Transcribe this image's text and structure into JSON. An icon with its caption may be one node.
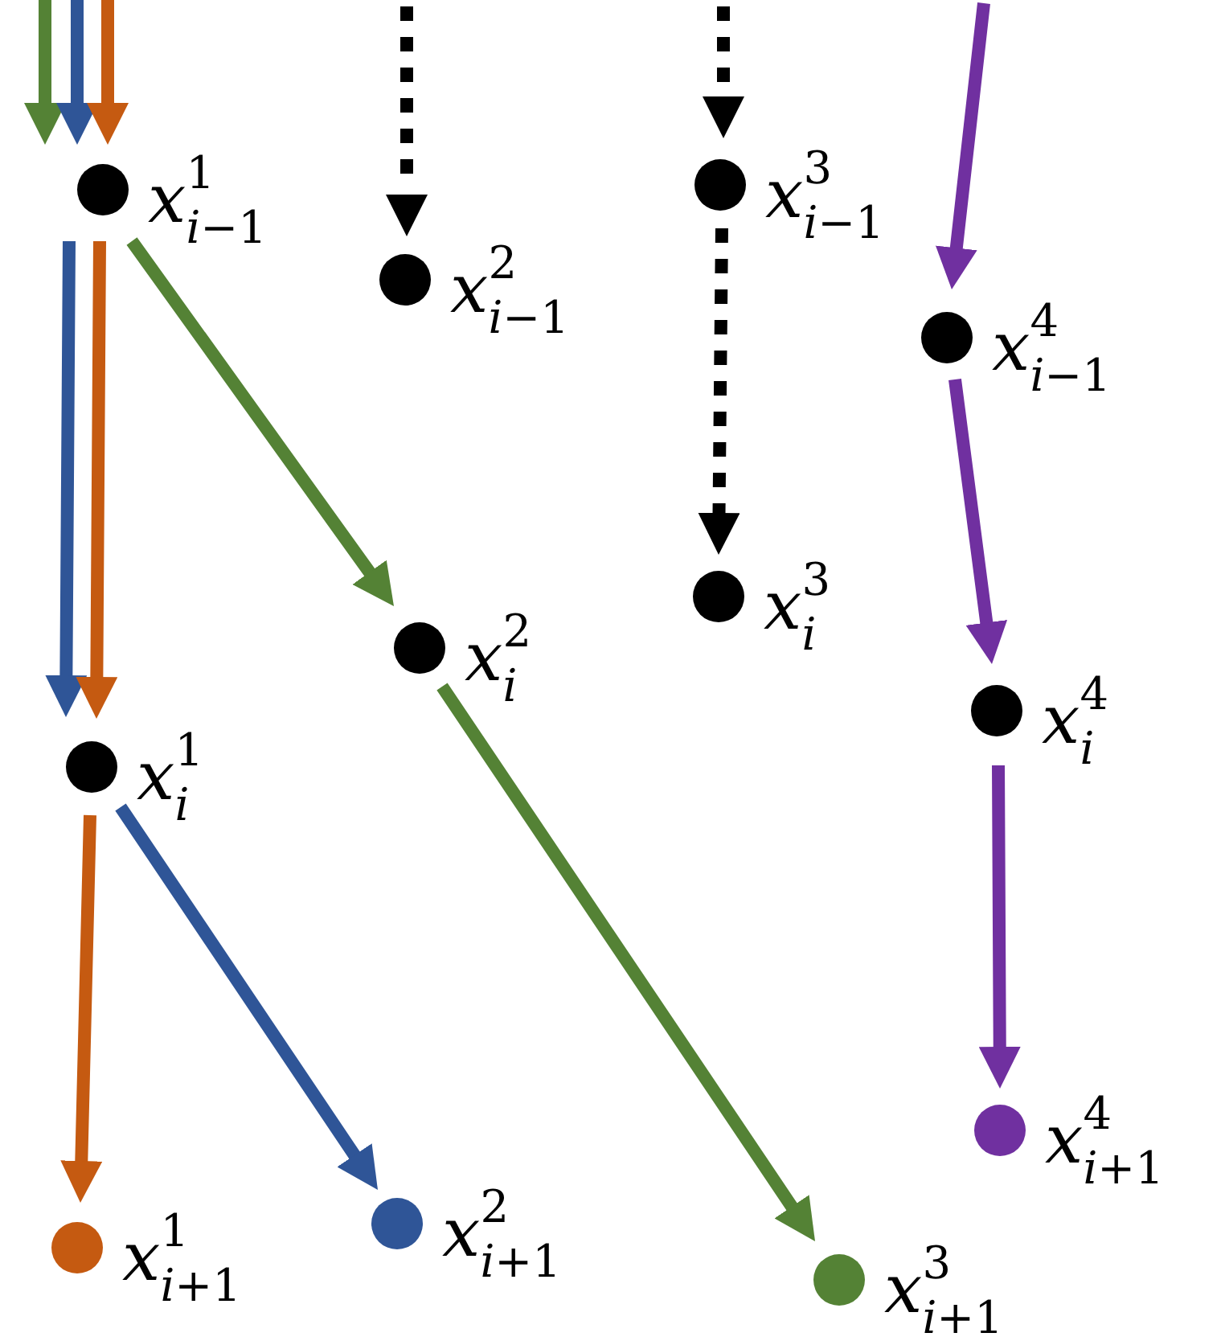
{
  "diagram": {
    "nodes": [
      {
        "text": [],
        "shape": "circle",
        "beside": [
          "x$^{1}$$_{i−1}$"
        ]
      },
      {
        "text": [],
        "shape": "circle",
        "beside": [
          "x$^{2}$$_{i−1}$"
        ]
      },
      {
        "text": [],
        "shape": "circle",
        "beside": [
          "x$^{3}$$_{i−1}$"
        ]
      },
      {
        "text": [],
        "shape": "circle",
        "beside": [
          "x$^{4}$$_{i−1}$"
        ]
      },
      {
        "text": [],
        "shape": "circle",
        "beside": [
          "x$^{1}$$_{i}$"
        ]
      },
      {
        "text": [],
        "shape": "circle",
        "beside": [
          "x$^{2}$$_{i}$"
        ]
      },
      {
        "text": [],
        "shape": "circle",
        "beside": [
          "x$^{3}$$_{i}$"
        ]
      },
      {
        "text": [],
        "shape": "circle",
        "beside": [
          "x$^{4}$$_{i}$"
        ]
      },
      {
        "text": [],
        "shape": "circle",
        "beside": [
          "x$^{1}$$_{i+1}$"
        ]
      },
      {
        "text": [],
        "shape": "circle",
        "beside": [
          "x$^{2}$$_{i+1}$"
        ]
      },
      {
        "text": [],
        "shape": "circle",
        "beside": [
          "x$^{3}$$_{i+1}$"
        ]
      },
      {
        "text": [],
        "shape": "circle",
        "beside": [
          "x$^{4}$$_{i+1}$"
        ]
      }
    ],
    "edges": [
      {
        "from": null,
        "to": 0,
        "arrow": "to",
        "color": "#548235"
      },
      {
        "from": null,
        "to": 0,
        "arrow": "to",
        "color": "#2f5597"
      },
      {
        "from": null,
        "to": 0,
        "arrow": "to",
        "color": "#c55a11"
      },
      {
        "from": null,
        "to": 1,
        "arrow": "to",
        "style": "dashed",
        "color": "#000000"
      },
      {
        "from": null,
        "to": 2,
        "arrow": "to",
        "style": "dashed",
        "color": "#000000"
      },
      {
        "from": null,
        "to": 3,
        "arrow": "to",
        "color": "#7030a0"
      },
      {
        "from": 0,
        "to": 4,
        "arrow": "to",
        "color": "#2f5597"
      },
      {
        "from": 0,
        "to": 4,
        "arrow": "to",
        "color": "#c55a11"
      },
      {
        "from": 0,
        "to": 5,
        "arrow": "to",
        "color": "#548235"
      },
      {
        "from": 2,
        "to": 6,
        "arrow": "to",
        "style": "dashed",
        "color": "#000000"
      },
      {
        "from": 3,
        "to": 7,
        "arrow": "to",
        "color": "#7030a0"
      },
      {
        "from": 4,
        "to": 8,
        "arrow": "to",
        "color": "#c55a11"
      },
      {
        "from": 4,
        "to": 9,
        "arrow": "to",
        "color": "#2f5597"
      },
      {
        "from": 5,
        "to": 10,
        "arrow": "to",
        "color": "#548235"
      },
      {
        "from": 7,
        "to": 11,
        "arrow": "to",
        "color": "#7030a0"
      }
    ]
  }
}
